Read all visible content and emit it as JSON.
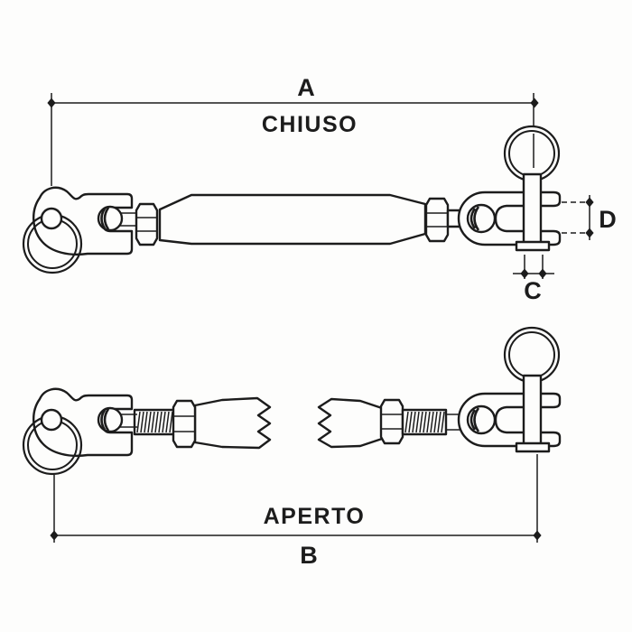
{
  "diagram": {
    "ink_color": "#1c1c1c",
    "paper_color": "#fdfdfc",
    "views": {
      "closed": {
        "caption": "CHIUSO",
        "dimension_label": "A"
      },
      "open": {
        "caption": "APERTO",
        "dimension_label": "B"
      }
    },
    "detail_dimensions": {
      "pin_diameter_label": "C",
      "jaw_opening_label": "D"
    }
  }
}
